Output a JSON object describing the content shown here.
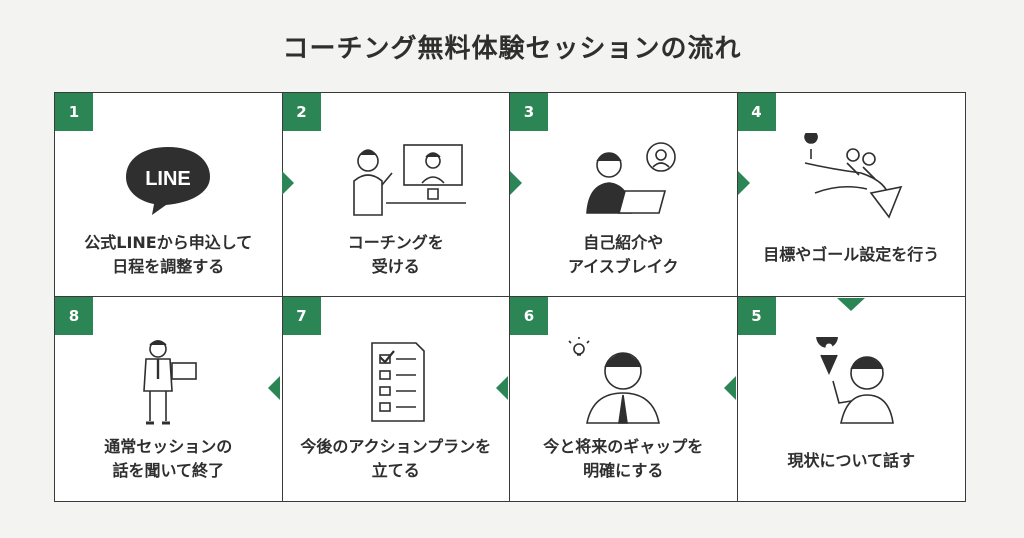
{
  "title": "コーチング無料体験セッションの流れ",
  "steps": [
    {
      "num": "1",
      "label": "公式LINEから申込して\n日程を調整する",
      "logo_text": "LINE"
    },
    {
      "num": "2",
      "label": "コーチングを\n受ける"
    },
    {
      "num": "3",
      "label": "自己紹介や\nアイスブレイク"
    },
    {
      "num": "4",
      "label": "目標やゴール設定を行う"
    },
    {
      "num": "5",
      "label": "現状について話す"
    },
    {
      "num": "6",
      "label": "今と将来のギャップを\n明確にする"
    },
    {
      "num": "7",
      "label": "今後のアクションプランを\n立てる"
    },
    {
      "num": "8",
      "label": "通常セッションの\n話を聞いて終了"
    }
  ],
  "colors": {
    "accent": "#2b8554",
    "border": "#3a3a3a",
    "text": "#2f2f2f",
    "background": "#f3f3f1"
  },
  "icons": [
    "line-logo-icon",
    "video-call-icon",
    "laptop-chat-icon",
    "goal-path-icon",
    "location-pin-person-icon",
    "idea-person-icon",
    "checklist-icon",
    "presenter-icon"
  ]
}
